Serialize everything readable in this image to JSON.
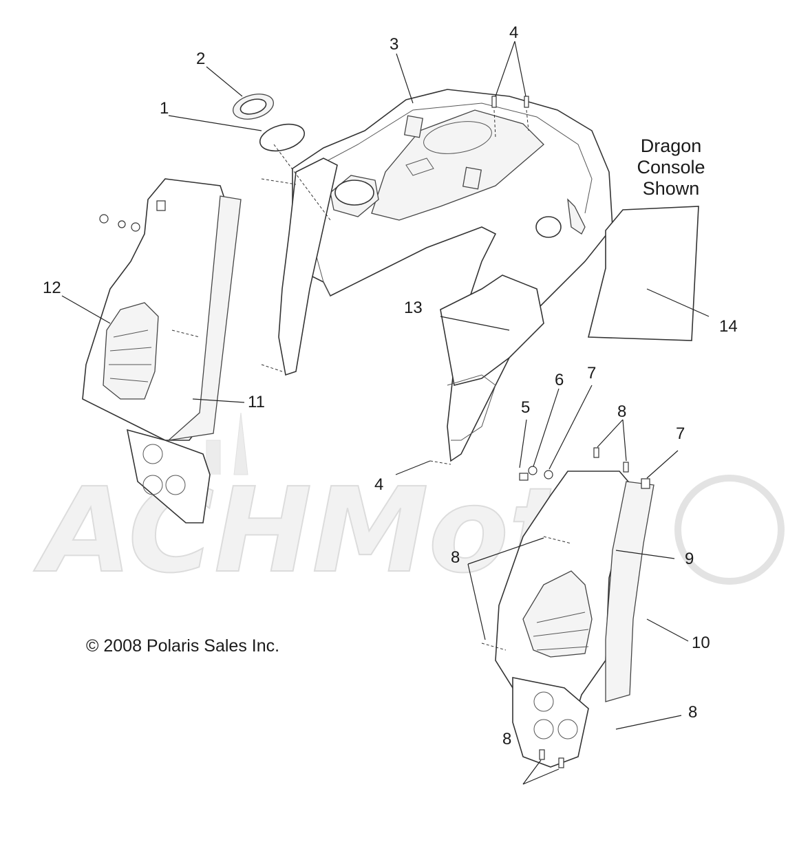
{
  "note": {
    "lines": [
      "Dragon",
      "Console",
      "Shown"
    ]
  },
  "copyright": "© 2008 Polaris Sales Inc.",
  "watermark": "ACHMoto",
  "callouts": {
    "c1": "1",
    "c2": "2",
    "c3": "3",
    "c4a": "4",
    "c4b": "4",
    "c5": "5",
    "c6": "6",
    "c7a": "7",
    "c7b": "7",
    "c8a": "8",
    "c8b": "8",
    "c8c": "8",
    "c8d": "8",
    "c9": "9",
    "c10": "10",
    "c11": "11",
    "c12": "12",
    "c13": "13",
    "c14": "14"
  }
}
